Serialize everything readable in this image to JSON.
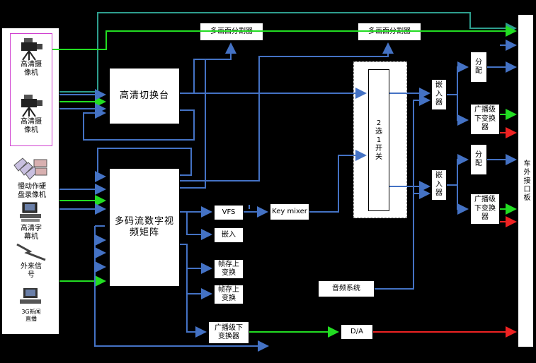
{
  "sources": {
    "camera1_label": "高清摄\n像机",
    "camera2_label": "高清摄\n像机",
    "recorder_label": "慢动作硬\n盘录像机",
    "subtitle_label": "高清字\n幕机",
    "external_label": "外来信\n号",
    "news3g_label": "3G新闻\n直播"
  },
  "blocks": {
    "hd_switcher": "高清切换台",
    "matrix": "多码流数字视\n频矩阵",
    "multiviewer1": "多画面分割器",
    "multiviewer2": "多画面分割器",
    "vfs": "VFS",
    "key_mixer": "Key mixer",
    "embed_main": "嵌入",
    "frame_sync1": "帧存上\n变换",
    "frame_sync2": "帧存上\n变换",
    "down_conv_main": "广播级下\n变换器",
    "da": "D/A",
    "audio": "音频系统",
    "two_to_one": "2\n选\n1\n开\n关",
    "embedder_top": "嵌\n入\n器",
    "embedder_bottom": "嵌\n入\n器",
    "dist_top": "分\n配",
    "dist_bottom": "分\n配",
    "down_conv_top": "广播级\n下变换\n器",
    "down_conv_bottom": "广播级\n下变换\n器",
    "output_panel": "车外接口板"
  },
  "colors": {
    "background": "#000000",
    "signal_blue": "#4472c4",
    "signal_green": "#22dd22",
    "signal_red": "#ee2222",
    "signal_teal": "#2e9e8e",
    "camera_frame": "#d040d0"
  }
}
